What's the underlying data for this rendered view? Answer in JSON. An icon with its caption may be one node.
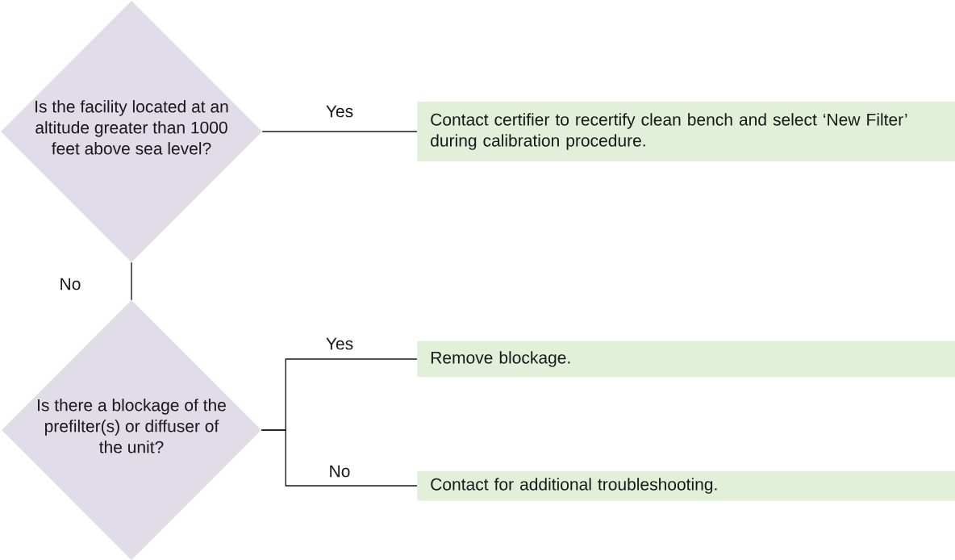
{
  "diagram": {
    "nodes": [
      {
        "text": [
          "Is the facility located at an altitude greater than 1000 feet above sea level?"
        ]
      },
      {
        "text": [
          "Contact certifier to recertify clean bench and select ‘New Filter’ during calibration procedure."
        ]
      },
      {
        "text": [
          "Is there a blockage of the prefilter(s) or diffuser of the unit?"
        ]
      },
      {
        "text": [
          "Remove blockage."
        ]
      },
      {
        "text": [
          "Contact for additional troubleshooting."
        ]
      }
    ],
    "edges": [
      {
        "from": 0,
        "to": 1,
        "arrow": "none",
        "label": "Yes"
      },
      {
        "from": 0,
        "to": 2,
        "arrow": "none",
        "label": "No"
      },
      {
        "from": 2,
        "to": 3,
        "arrow": "none",
        "label": "Yes"
      },
      {
        "from": 2,
        "to": 4,
        "arrow": "none",
        "label": "No"
      }
    ]
  }
}
